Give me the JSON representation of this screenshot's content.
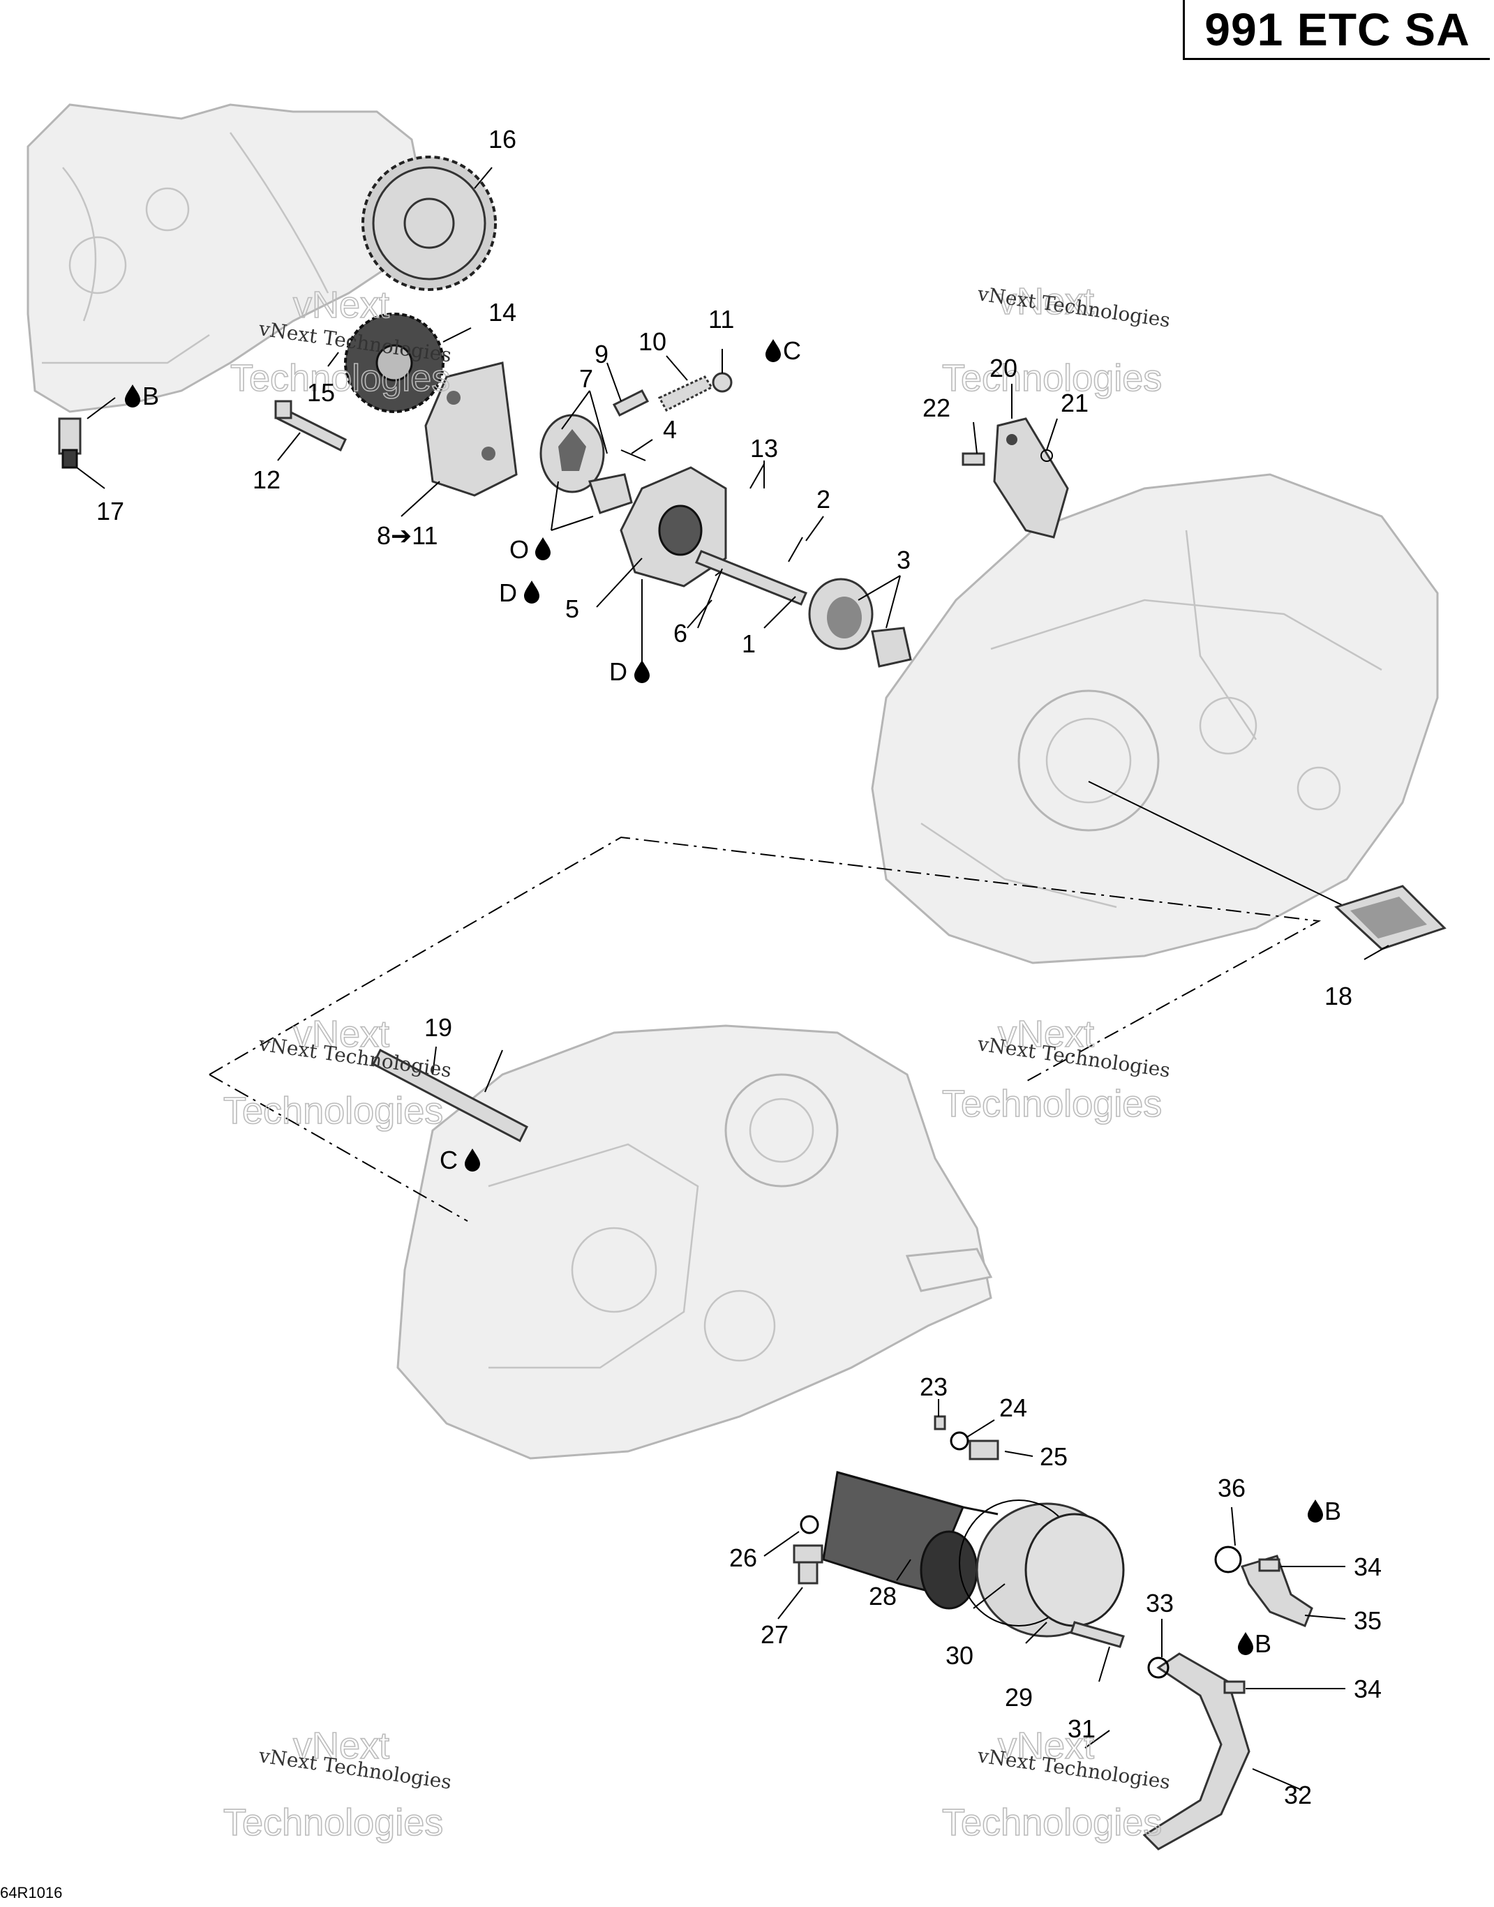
{
  "title": "991 ETC SA",
  "ref_code": "64R1016",
  "watermark": {
    "line1": "vNext Technologies",
    "line2": "vNext",
    "line3": "Technologies"
  },
  "labels": {
    "l1": "1",
    "l2": "2",
    "l3": "3",
    "l4": "4",
    "l5": "5",
    "l6": "6",
    "l7": "7",
    "l9": "9",
    "l10": "10",
    "l11": "11",
    "l12": "12",
    "l13": "13",
    "l14": "14",
    "l15": "15",
    "l16": "16",
    "l17": "17",
    "l18": "18",
    "l19": "19",
    "l20": "20",
    "l21": "21",
    "l22": "22",
    "l23": "23",
    "l24": "24",
    "l25": "25",
    "l26": "26",
    "l27": "27",
    "l28": "28",
    "l29": "29",
    "l30": "30",
    "l31": "31",
    "l32": "32",
    "l33": "33",
    "l34a": "34",
    "l34b": "34",
    "l35": "35",
    "l36": "36",
    "l8to11": "8➔11"
  },
  "lube_marks": {
    "b1": "B",
    "c1": "C",
    "o1": "O",
    "d1": "D",
    "d2": "D",
    "c2": "C",
    "b2": "B",
    "b3": "B"
  },
  "colors": {
    "line": "#000000",
    "part_fill": "#d9d9d9",
    "ghost_fill": "#efefef"
  }
}
